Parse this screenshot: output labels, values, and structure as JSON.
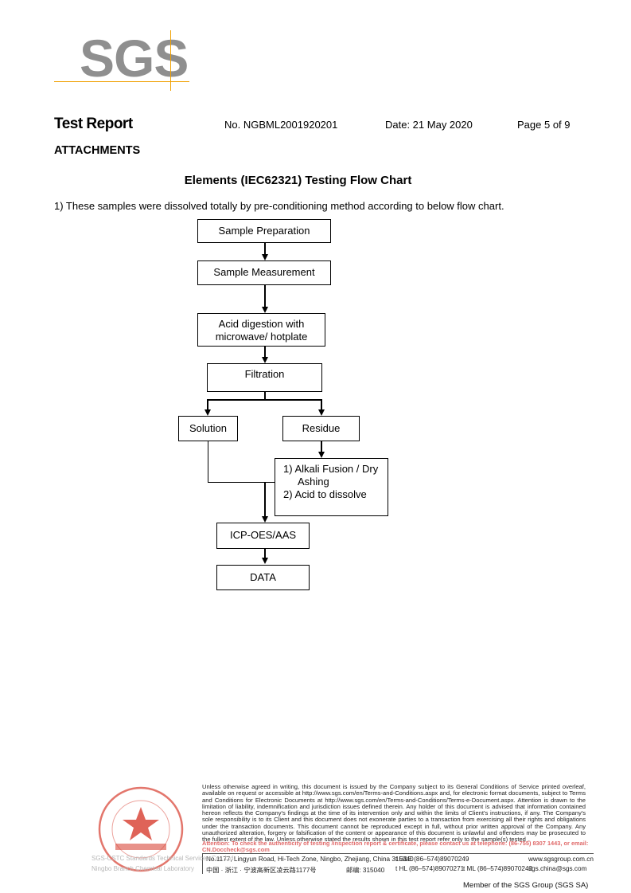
{
  "logo": {
    "text": "SGS"
  },
  "header": {
    "title": "Test Report",
    "report_no": "No. NGBML2001920201",
    "date": "Date: 21 May 2020",
    "page": "Page 5 of 9"
  },
  "section_title": "ATTACHMENTS",
  "chart": {
    "title": "Elements (IEC62321) Testing Flow Chart",
    "intro": "1) These samples were dissolved totally by pre-conditioning method according to below flow chart.",
    "steps": {
      "sample_preparation": "Sample Preparation",
      "sample_measurement": "Sample Measurement",
      "acid_digestion_1": "Acid digestion with",
      "acid_digestion_2": "microwave/ hotplate",
      "filtration": "Filtration",
      "solution": "Solution",
      "residue": "Residue",
      "alkali_1": "1) Alkali Fusion / Dry",
      "alkali_2": "Ashing",
      "alkali_3": "2) Acid to dissolve",
      "icp": "ICP-OES/AAS",
      "data": "DATA"
    }
  },
  "footer": {
    "disclaimer": "Unless otherwise agreed in writing, this document is issued by the Company subject to its General Conditions of Service printed overleaf, available on request or accessible at http://www.sgs.com/en/Terms-and-Conditions.aspx and, for electronic format documents, subject to Terms and Conditions for Electronic Documents at http://www.sgs.com/en/Terms-and-Conditions/Terms-e-Document.aspx. Attention is drawn to the limitation of liability, indemnification and jurisdiction issues defined therein. Any holder of this document is advised that information contained hereon reflects the Company's findings at the time of its intervention only and within the limits of Client's instructions, if any. The Company's sole responsibility is to its Client and this document does not exonerate parties to a transaction from exercising all their rights and obligations under the transaction documents. This document cannot be reproduced except in full, without prior written approval of the Company. Any unauthorized alteration, forgery or falsification of the content or appearance of this document is unlawful and offenders may be prosecuted to the fullest extent of the law. Unless otherwise stated the results shown in this test report refer only to the sample(s) tested .",
    "attention": "Attention: To check the authenticity of testing /inspection report & certificate, please contact us at telephone: (86-755) 8307 1443, or email: CN.Doccheck@sgs.com",
    "address_en": "No.1177, Lingyun Road, Hi-Tech Zone, Ningbo, Zhejiang, China 315040",
    "tel_en": "t E&E (86–574)89070249",
    "web": "www.sgsgroup.com.cn",
    "address_cn": "中国 · 浙江 · 宁波高新区凌云路1177号",
    "postcode_cn": "邮编: 315040",
    "tel_cn": "t HL (86–574)89070271",
    "tel_ml": "t ML (86–574)89070242",
    "email": "sgs.china@sgs.com",
    "company": "SGS-CSTC Standards Technical Services Co., Ltd.",
    "branch": "Ningbo Branch Chemical Laboratory",
    "member": "Member of the SGS Group (SGS SA)"
  },
  "colors": {
    "logo_grey": "#8f8f8f",
    "logo_line": "#f0a000",
    "stamp_red": "#d9483b",
    "attention_red": "#e06a6a"
  }
}
